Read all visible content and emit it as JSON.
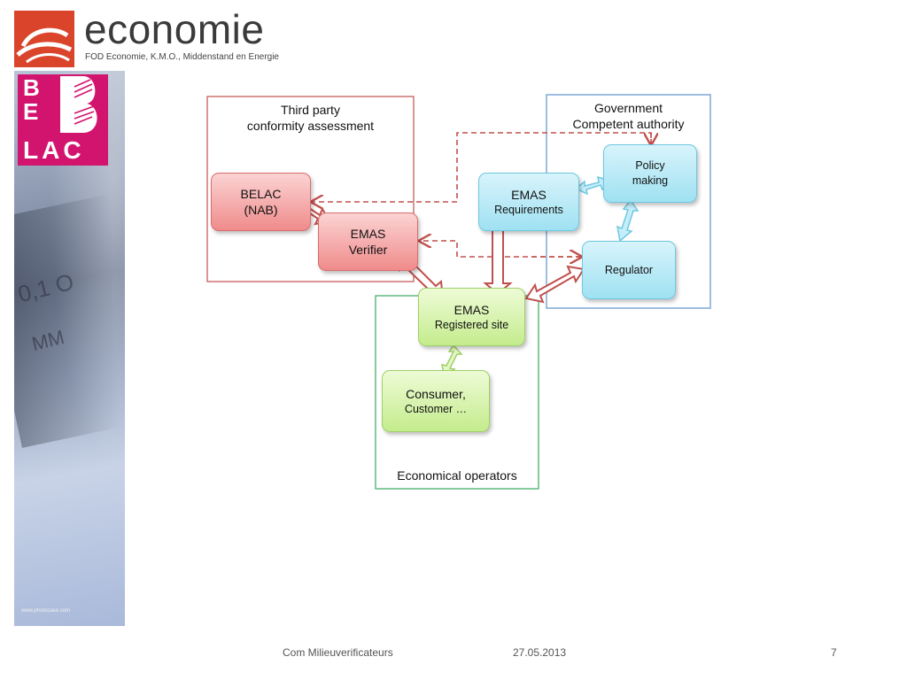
{
  "header": {
    "logo_word": "economie",
    "logo_tagline": "FOD Economie, K.M.O., Middenstand en Energie"
  },
  "belac_logo": {
    "line1": "B",
    "line2": "E",
    "line3": "LAC"
  },
  "photo": {
    "scale_text": "0,1 O",
    "unit_text": "MM",
    "credit": "www.photocase.com"
  },
  "groups": {
    "third_party": {
      "line1": "Third party",
      "line2": "conformity assessment"
    },
    "government": {
      "line1": "Government",
      "line2": "Competent authority"
    },
    "economical": {
      "label": "Economical operators"
    }
  },
  "nodes": {
    "belac": {
      "line1": "BELAC",
      "line2": "(NAB)"
    },
    "verifier": {
      "line1": "EMAS",
      "line2": "Verifier"
    },
    "requirements": {
      "line1": "EMAS",
      "line2": "Requirements"
    },
    "policy": {
      "line1": "Policy",
      "line2": "making"
    },
    "regulator": {
      "line1": "Regulator"
    },
    "site": {
      "line1": "EMAS",
      "line2": "Registered site"
    },
    "consumer": {
      "line1": "Consumer,",
      "line2": "Customer …"
    }
  },
  "colors": {
    "red_border": "#c0504d",
    "blue_border": "#7fa7d6",
    "green_border": "#3aa860",
    "arrow_red": "#c0504d",
    "arrow_blue": "#6fc8e0",
    "arrow_green": "#9fcf6a",
    "belac_magenta": "#d2146f",
    "economie_orange": "#d9442b"
  },
  "footer": {
    "title": "Com Milieuverificateurs",
    "date": "27.05.2013",
    "page": "7"
  }
}
